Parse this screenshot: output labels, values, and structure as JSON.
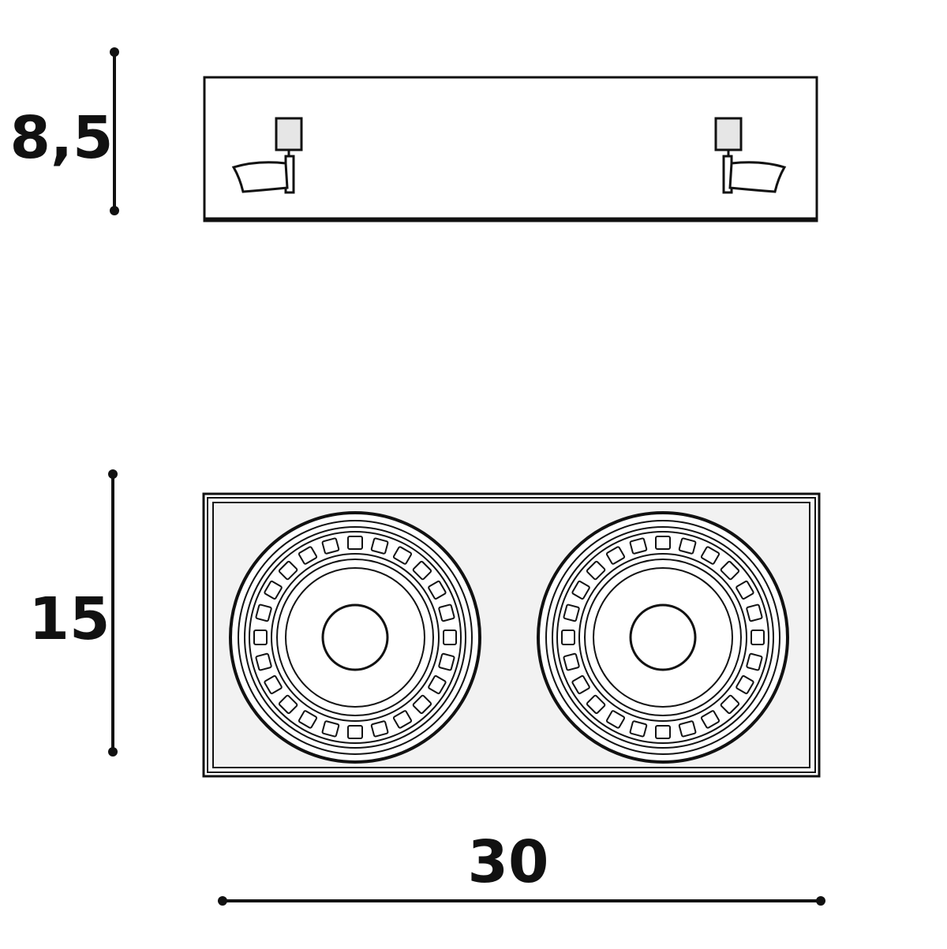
{
  "dimensions": {
    "height": "8,5",
    "depth": "15",
    "width": "30"
  },
  "views": {
    "side": {
      "fixtures": 2
    },
    "top": {
      "lamps": 2,
      "cells_per_ring": 24
    }
  },
  "colors": {
    "line": "#111111",
    "panel": "#f2f2f2",
    "background": "#ffffff"
  }
}
